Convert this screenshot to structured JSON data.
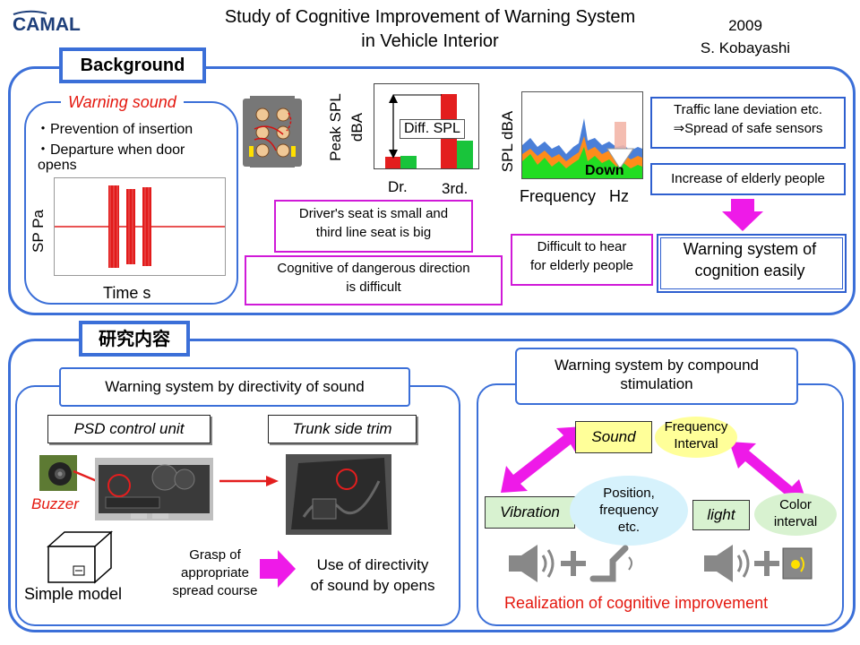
{
  "header": {
    "logo_text": "CAMAL",
    "title": "Study of Cognitive Improvement of Warning System\nin Vehicle Interior",
    "year_author": "2009\nS. Kobayashi"
  },
  "background": {
    "label": "Background",
    "warning_sound": {
      "title": "Warning sound",
      "bullets": [
        "・Prevention of insertion",
        "・Departure when door",
        "opens"
      ],
      "ylabel": "SP  Pa",
      "xlabel": "Time s"
    },
    "spl_chart": {
      "ylabel": "Peak SPL\ndBA",
      "diff_label": "Diff. SPL",
      "dr_label": "Dr.",
      "third_label": "3rd."
    },
    "seat_note": "Driver's seat is small and\nthird line seat is big",
    "direction_note": "Cognitive of dangerous direction\nis difficult",
    "freq_chart": {
      "ylabel": "SPL  dBA",
      "down_label": "Down",
      "xlabel": "Frequency   Hz"
    },
    "elderly_note": "Difficult to hear\nfor elderly people",
    "traffic_note": "Traffic lane deviation etc.\n⇒Spread of safe sensors",
    "increase_note": "Increase of elderly people",
    "goal": "Warning system of\ncognition easily"
  },
  "research": {
    "label": "研究内容",
    "directivity": {
      "title": "Warning system by directivity of sound",
      "psd_label": "PSD control unit",
      "trunk_label": "Trunk side trim",
      "buzzer_label": "Buzzer",
      "simple_model_label": "Simple model",
      "grasp_text": "Grasp of\nappropriate\nspread course",
      "use_text": "Use of directivity\nof sound by opens"
    },
    "compound": {
      "title": "Warning system by compound\nstimulation",
      "sound_label": "Sound",
      "freq_interval": "Frequency\nInterval",
      "vibration_label": "Vibration",
      "position_text": "Position,\nfrequency\netc.",
      "light_label": "light",
      "color_interval": "Color\ninterval",
      "realization": "Realization of cognitive improvement"
    }
  },
  "colors": {
    "panel_border": "#3b6fd8",
    "magenta": "#ee1ae8",
    "red_text": "#e4180f"
  }
}
